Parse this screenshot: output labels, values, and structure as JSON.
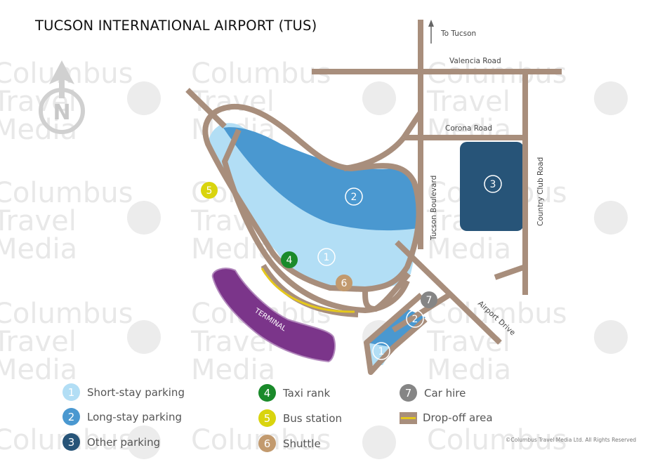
{
  "title": "TUCSON INTERNATIONAL AIRPORT (TUS)",
  "compass": "N",
  "watermark": [
    "Columbus",
    "Travel",
    "Media"
  ],
  "roads": {
    "to_tucson": "To Tucson",
    "valencia": "Valencia Road",
    "corona": "Corona Road",
    "tucson_blvd": "Tucson Boulevard",
    "country_club": "Country Club Road",
    "airport_drive": "Airport Drive"
  },
  "terminal_label": "TERMINAL",
  "markers": {
    "short_stay_main": "1",
    "long_stay_main": "2",
    "other_parking": "3",
    "taxi": "4",
    "bus": "5",
    "shuttle": "6",
    "car_hire": "7",
    "long_stay_small": "2",
    "short_stay_small": "1"
  },
  "colors": {
    "road": "#a88e7c",
    "short_stay": "#b2def5",
    "long_stay": "#4a98d0",
    "other_parking": "#275478",
    "taxi": "#1a8a2a",
    "bus": "#d9d40e",
    "shuttle": "#c29a6e",
    "car_hire": "#858585",
    "terminal": "#7b358a",
    "dropoff": "#e5c81c"
  },
  "legend": [
    {
      "num": "1",
      "label": "Short-stay parking",
      "color": "#b2def5"
    },
    {
      "num": "2",
      "label": "Long-stay parking",
      "color": "#4a98d0"
    },
    {
      "num": "3",
      "label": "Other parking",
      "color": "#275478"
    },
    {
      "num": "4",
      "label": "Taxi rank",
      "color": "#1a8a2a"
    },
    {
      "num": "5",
      "label": "Bus station",
      "color": "#d9d40e"
    },
    {
      "num": "6",
      "label": "Shuttle",
      "color": "#c29a6e"
    },
    {
      "num": "7",
      "label": "Car hire",
      "color": "#858585"
    },
    {
      "num": "",
      "label": "Drop-off area",
      "color": "#a88e7c"
    }
  ],
  "copyright": "©Columbus Travel Media Ltd. All Rights Reserved"
}
